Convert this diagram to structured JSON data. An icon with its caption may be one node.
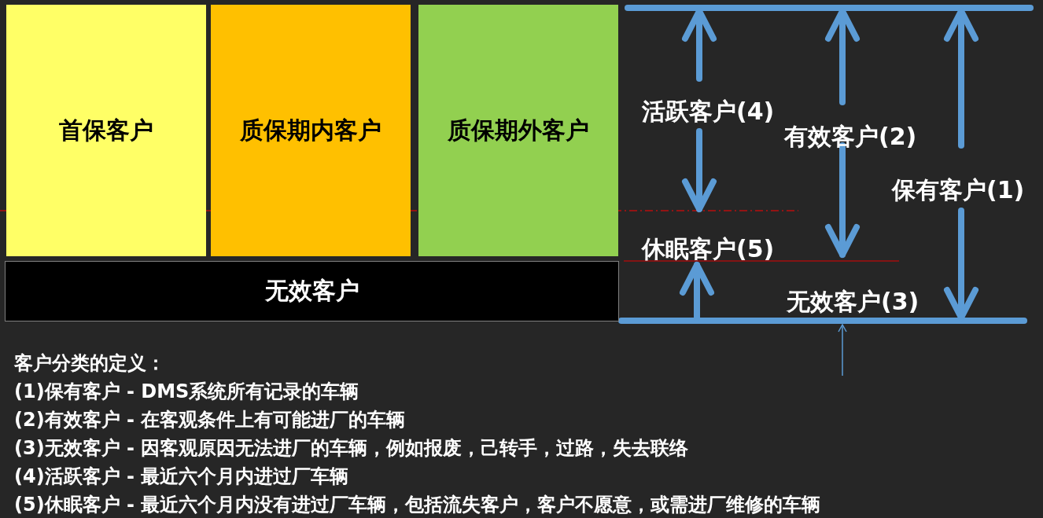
{
  "diagram": {
    "nodes": [
      {
        "text": [
          "首保客户"
        ]
      },
      {
        "text": [
          "质保期内客户"
        ]
      },
      {
        "text": [
          "质保期外客户"
        ]
      },
      {
        "text": [
          "无效客户"
        ]
      }
    ],
    "labels": [
      "活跃客户(4)",
      "有效客户(2)",
      "保有客户(1)",
      "休眠客户(5)",
      "无效客户(3)",
      "客户分类的定义：",
      "(1)保有客户 - DMS系统所有记录的车辆",
      "(2)有效客户 - 在客观条件上有可能进厂的车辆",
      "(3)无效客户 - 因客观原因无法进厂的车辆，例如报废，己转手，过路，失去联络",
      "(4)活跃客户 - 最近六个月内进过厂车辆",
      "(5)休眠客户 - 最近六个月内没有进过厂车辆，包括流失客户，客户不愿意，或需进厂维修的车辆"
    ]
  }
}
